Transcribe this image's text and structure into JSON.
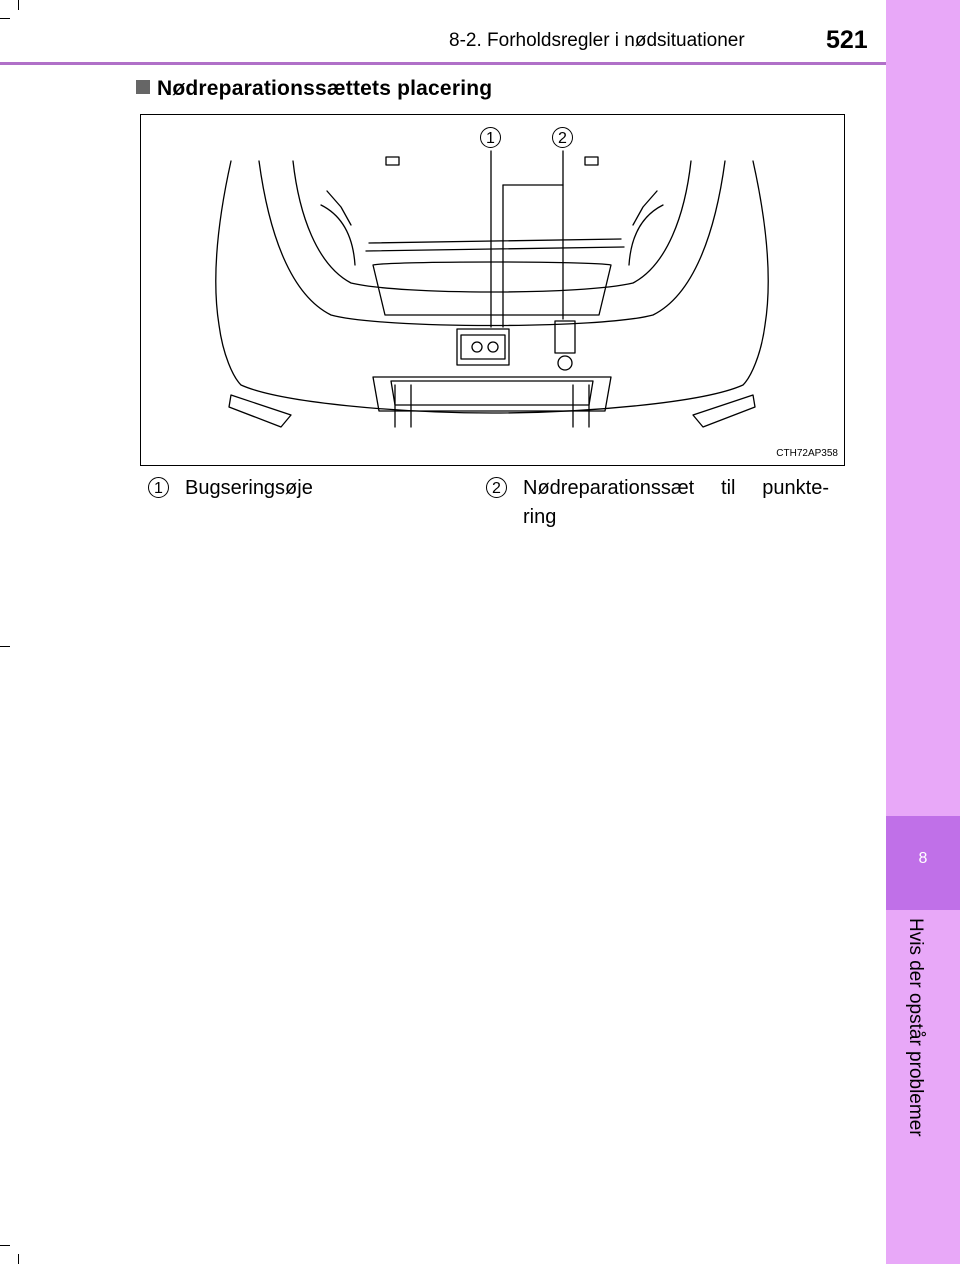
{
  "header": {
    "section_title": "8-2. Forholdsregler i nødsituationer",
    "page_number": "521"
  },
  "side_tab": {
    "chapter_number": "8",
    "chapter_title": "Hvis der opstår problemer"
  },
  "heading": "Nødreparationssættets placering",
  "figure": {
    "code": "CTH72AP358",
    "callouts": [
      "1",
      "2"
    ]
  },
  "legend": [
    {
      "num": "1",
      "text": "Bugseringsøje"
    },
    {
      "num": "2",
      "text": "Nødreparationssæt til punkte-ring"
    }
  ],
  "colors": {
    "tab": "#e8a8f8",
    "tab_dark": "#c070e8",
    "rule": "#b070c8"
  }
}
